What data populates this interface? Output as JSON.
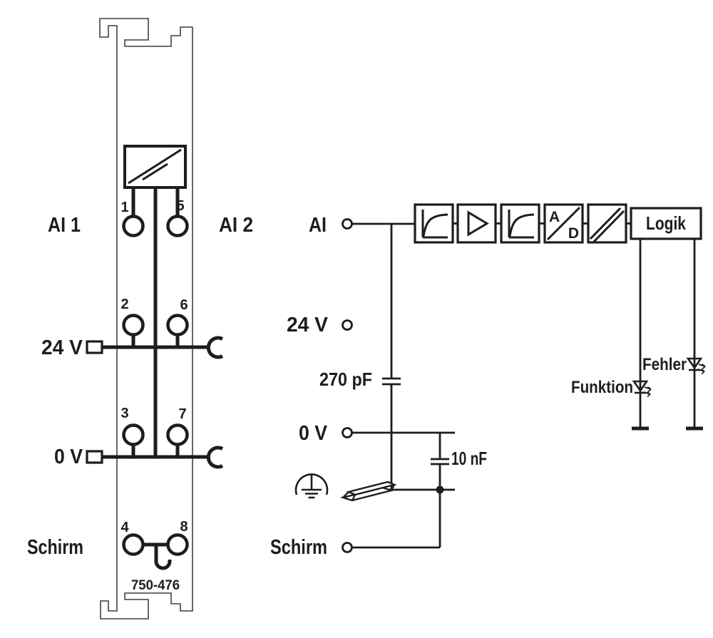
{
  "diagram": {
    "left_module": {
      "part_number": "750-476",
      "labels": {
        "ai1": "AI 1",
        "ai2": "AI 2",
        "v24": "24 V",
        "v0": "0 V",
        "schirm": "Schirm"
      },
      "terminal_numbers": [
        "1",
        "5",
        "2",
        "6",
        "3",
        "7",
        "4",
        "8"
      ]
    },
    "right_schematic": {
      "labels": {
        "ai": "AI",
        "v24": "24 V",
        "v0": "0 V",
        "schirm": "Schirm"
      },
      "capacitor_input": "270 pF",
      "capacitor_shield": "10 nF",
      "logic_block": "Logik",
      "adc_block": {
        "top": "A",
        "bottom": "D"
      },
      "led_error": "Fehler",
      "led_function": "Funktion"
    },
    "colors": {
      "circuit_line": "#1d1d1b",
      "module_outline": "#58585a",
      "background": "#ffffff"
    }
  }
}
